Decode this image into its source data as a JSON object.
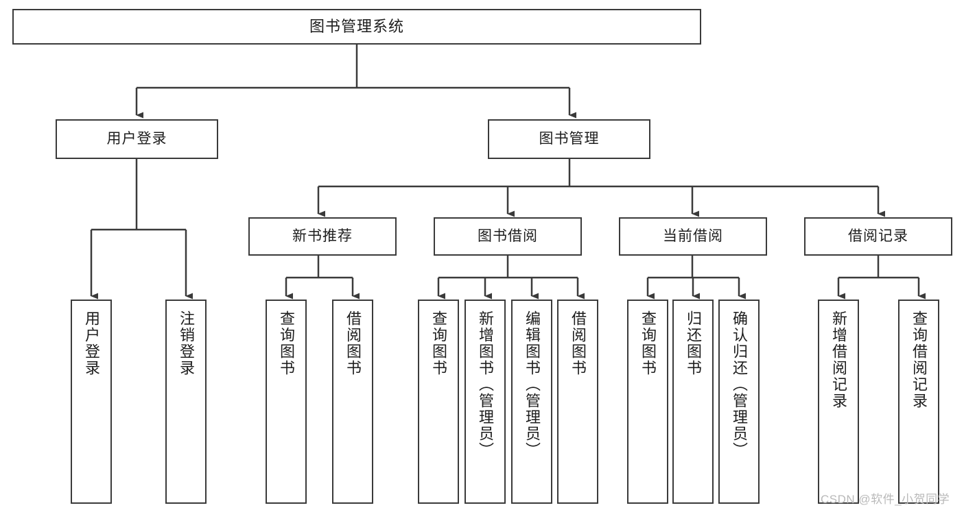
{
  "diagram": {
    "title": "图书管理系统",
    "type": "tree",
    "colors": {
      "background": "#ffffff",
      "node_border": "#3a3a3a",
      "node_fill": "#ffffff",
      "edge": "#3a3a3a",
      "text": "#1d1d1d",
      "watermark": "#b9b9b9"
    },
    "nodes": {
      "root": {
        "label": "图书管理系统",
        "orientation": "horizontal"
      },
      "level1": [
        {
          "id": "user-login",
          "label": "用户登录",
          "orientation": "horizontal"
        },
        {
          "id": "book-manage",
          "label": "图书管理",
          "orientation": "horizontal"
        }
      ],
      "level2": [
        {
          "id": "new-book-recommend",
          "label": "新书推荐",
          "orientation": "horizontal"
        },
        {
          "id": "book-borrow",
          "label": "图书借阅",
          "orientation": "horizontal"
        },
        {
          "id": "current-borrow",
          "label": "当前借阅",
          "orientation": "horizontal"
        },
        {
          "id": "borrow-record",
          "label": "借阅记录",
          "orientation": "horizontal"
        }
      ],
      "leaves": {
        "user_login": [
          {
            "id": "leaf-user-login",
            "label": "用户登录",
            "orientation": "vertical"
          },
          {
            "id": "leaf-logout-login",
            "label": "注销登录",
            "orientation": "vertical"
          }
        ],
        "new_book_recommend": [
          {
            "id": "leaf-query-book-1",
            "label": "查询图书",
            "orientation": "vertical"
          },
          {
            "id": "leaf-borrow-book-1",
            "label": "借阅图书",
            "orientation": "vertical"
          }
        ],
        "book_borrow": [
          {
            "id": "leaf-query-book-2",
            "label": "查询图书",
            "orientation": "vertical"
          },
          {
            "id": "leaf-add-book",
            "label": "新增图书（管理员）",
            "orientation": "vertical"
          },
          {
            "id": "leaf-edit-book",
            "label": "编辑图书（管理员）",
            "orientation": "vertical"
          },
          {
            "id": "leaf-borrow-book-2",
            "label": "借阅图书",
            "orientation": "vertical"
          }
        ],
        "current_borrow": [
          {
            "id": "leaf-query-book-3",
            "label": "查询图书",
            "orientation": "vertical"
          },
          {
            "id": "leaf-return-book",
            "label": "归还图书",
            "orientation": "vertical"
          },
          {
            "id": "leaf-confirm-return",
            "label": "确认归还（管理员）",
            "orientation": "vertical"
          }
        ],
        "borrow_record": [
          {
            "id": "leaf-add-record",
            "label": "新增借阅记录",
            "orientation": "vertical"
          },
          {
            "id": "leaf-query-record",
            "label": "查询借阅记录",
            "orientation": "vertical"
          }
        ]
      }
    },
    "watermark": "CSDN @软件_小贺同学"
  }
}
